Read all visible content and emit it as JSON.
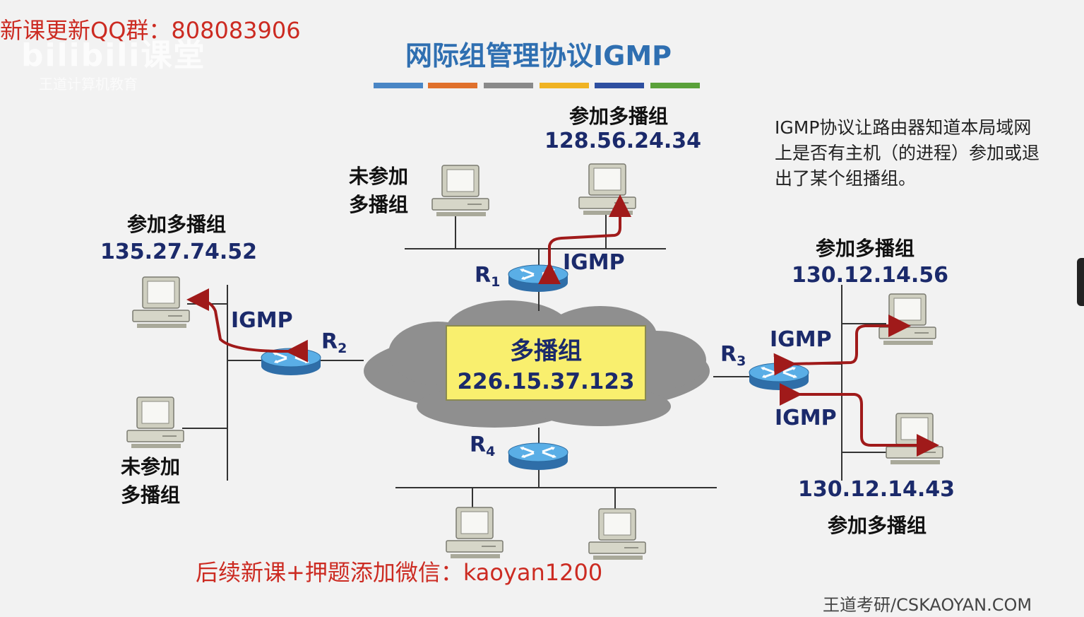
{
  "title": "网际组管理协议IGMP",
  "watermark_top": "新课更新QQ群：808083906",
  "watermark_bottom": "后续新课+押题添加微信：kaoyan1200",
  "bilibili_logo": "bilibili课堂",
  "bilibili_sub": "王道计算机教育",
  "footer": "王道考研/CSKAOYAN.COM",
  "note": "IGMP协议让路由器知道本局域网上是否有主机（的进程）参加或退出了某个组播组。",
  "title_bar_colors": [
    "#4a86c5",
    "#e0702c",
    "#8a8a8a",
    "#f0b323",
    "#2e4fa0",
    "#5aa13a"
  ],
  "group": {
    "name": "多播组",
    "ip": "226.15.37.123"
  },
  "routers": [
    {
      "label": "R",
      "sub": "1"
    },
    {
      "label": "R",
      "sub": "2"
    },
    {
      "label": "R",
      "sub": "3"
    },
    {
      "label": "R",
      "sub": "4"
    }
  ],
  "igmp_label": "IGMP",
  "hosts": {
    "top_not_joined": "未参加\n多播组",
    "top_joined_caption": "参加多播组",
    "top_joined_ip": "128.56.24.34",
    "left_joined_caption": "参加多播组",
    "left_joined_ip": "135.27.74.52",
    "left_not_joined": "未参加\n多播组",
    "right_top_caption": "参加多播组",
    "right_top_ip": "130.12.14.56",
    "right_bottom_ip": "130.12.14.43",
    "right_bottom_caption": "参加多播组"
  },
  "colors": {
    "title": "#2f6fb1",
    "ip_text": "#1b2a6b",
    "arrow": "#a01a1a",
    "group_box": "#f9ef6e",
    "router": "#3a8ed0"
  }
}
